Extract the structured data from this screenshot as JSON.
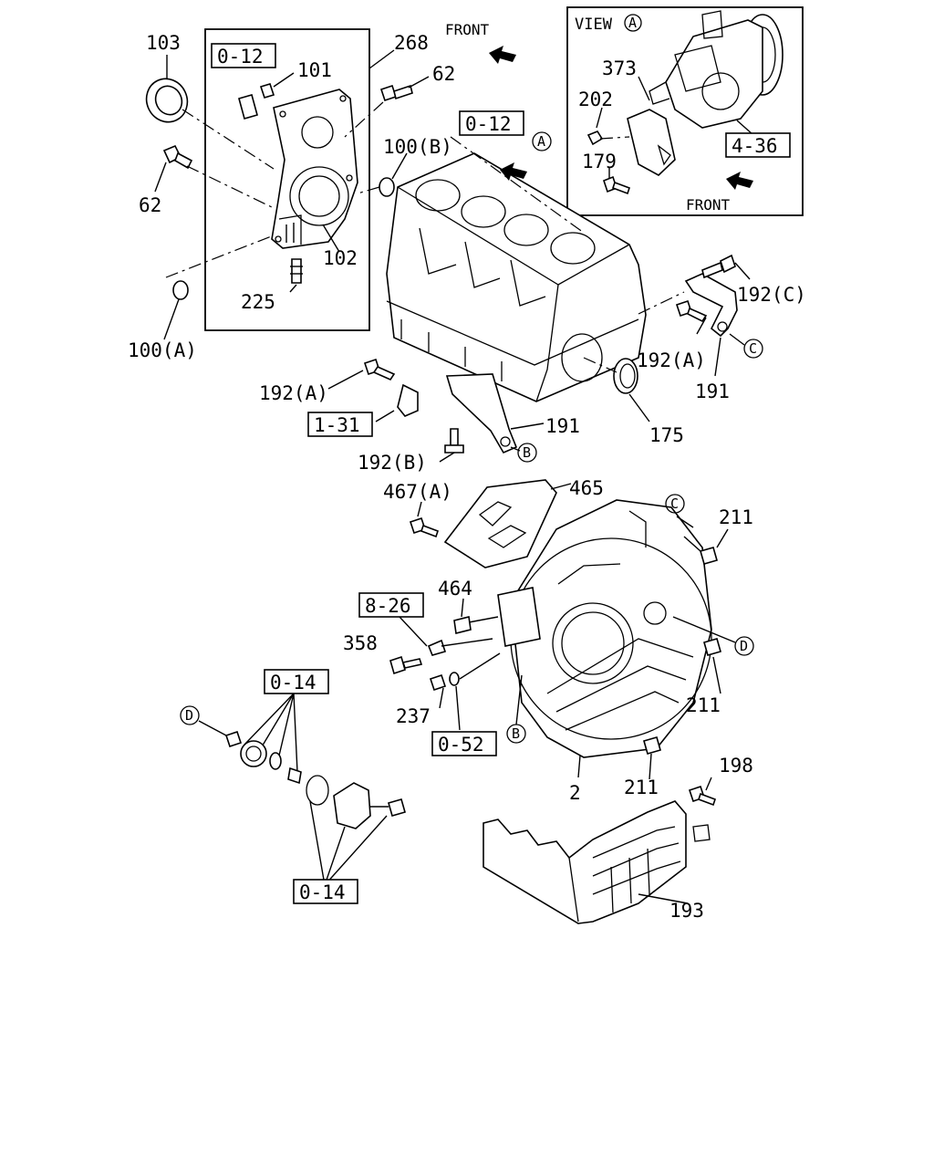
{
  "parts": {
    "p103": "103",
    "p268": "268",
    "p101": "101",
    "p62a": "62",
    "p62b": "62",
    "p102": "102",
    "p225": "225",
    "p100a": "100(A)",
    "p100b": "100(B)",
    "p373": "373",
    "p202": "202",
    "p179": "179",
    "p192c": "192(C)",
    "p192a_r": "192(A)",
    "p192a_l": "192(A)",
    "p191_r": "191",
    "p191_l": "191",
    "p175": "175",
    "p192b": "192(B)",
    "p467a": "467(A)",
    "p465": "465",
    "p211_top": "211",
    "p211_mid": "211",
    "p211_bot": "211",
    "p464": "464",
    "p358": "358",
    "p237": "237",
    "p2": "2",
    "p198": "198",
    "p193": "193"
  },
  "refs": {
    "r012_top": "0-12",
    "r012_mid": "0-12",
    "r436": "4-36",
    "r131": "1-31",
    "r826": "8-26",
    "r014_top": "0-14",
    "r052": "0-52",
    "r014_bot": "0-14"
  },
  "markers": {
    "A": "A",
    "B": "B",
    "C": "C",
    "D": "D"
  },
  "view": {
    "label": "VIEW",
    "marker": "A"
  },
  "front": {
    "top": "FRONT",
    "inset": "FRONT"
  }
}
